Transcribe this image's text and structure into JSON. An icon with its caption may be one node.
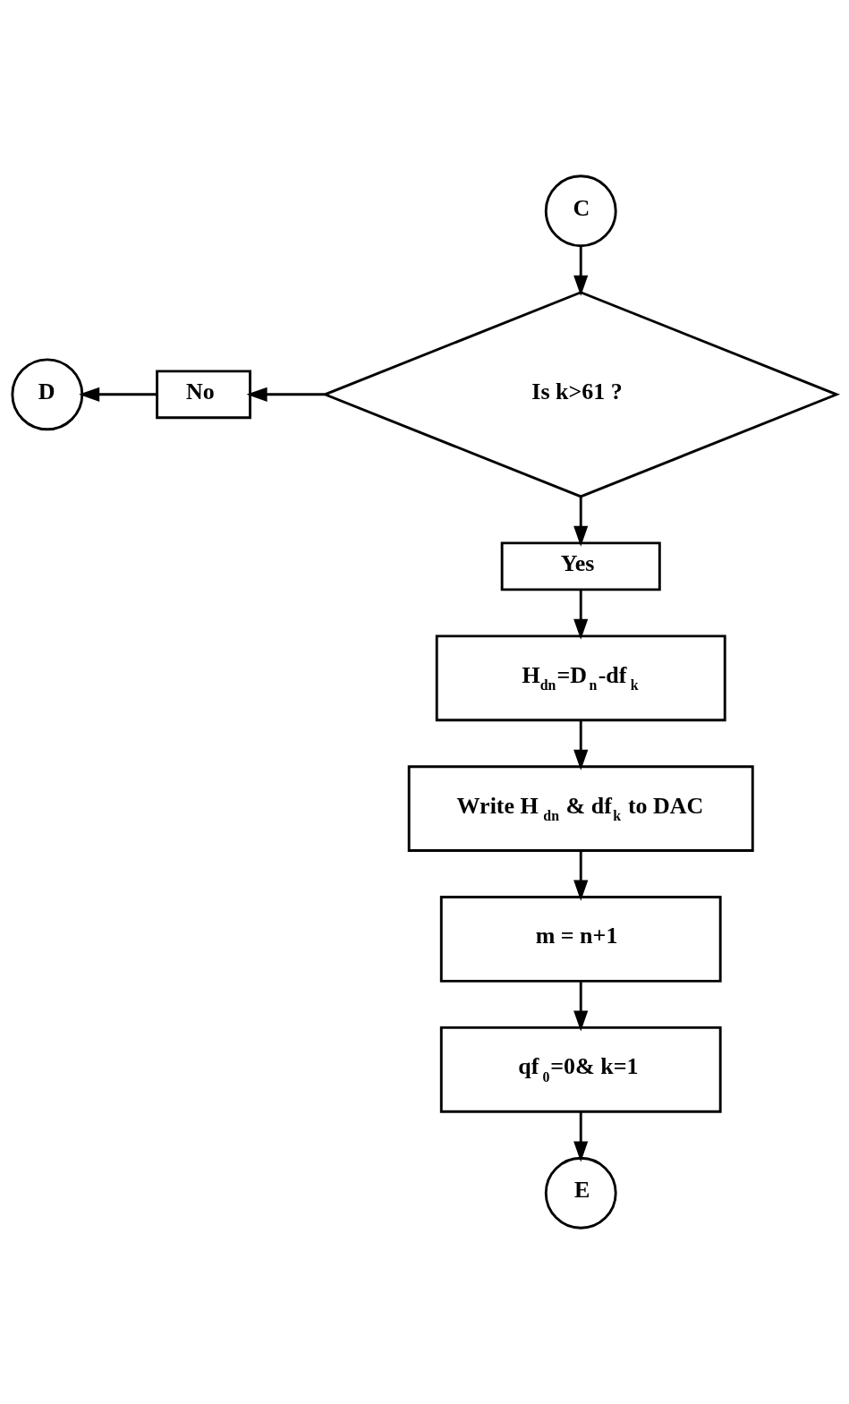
{
  "diagram": {
    "nodes": [
      {
        "text": [
          "C"
        ]
      },
      {
        "text": [
          "Is k>61 ?"
        ]
      },
      {
        "text": [
          "No"
        ]
      },
      {
        "text": [
          "D"
        ]
      },
      {
        "text": [
          "Yes"
        ]
      },
      {
        "text": [
          "H$_{dn}$=D$_{n}$-df$_{k}$"
        ]
      },
      {
        "text": [
          "Write H$_{dn}$ & df$_{k}$ to DAC"
        ]
      },
      {
        "text": [
          "m = n+1"
        ]
      },
      {
        "text": [
          "qf$_{0}$=0& k=1"
        ]
      },
      {
        "text": [
          "E"
        ]
      }
    ],
    "edges": [
      {
        "from": 0,
        "to": 1,
        "arrow": "to"
      },
      {
        "from": 1,
        "to": 2,
        "arrow": "to"
      },
      {
        "from": 2,
        "to": 3,
        "arrow": "to"
      },
      {
        "from": 1,
        "to": 4,
        "arrow": "to"
      },
      {
        "from": 4,
        "to": 5,
        "arrow": "to"
      },
      {
        "from": 5,
        "to": 6,
        "arrow": "to"
      },
      {
        "from": 6,
        "to": 7,
        "arrow": "to"
      },
      {
        "from": 7,
        "to": 8,
        "arrow": "to"
      },
      {
        "from": 8,
        "to": 9,
        "arrow": "to"
      }
    ]
  }
}
